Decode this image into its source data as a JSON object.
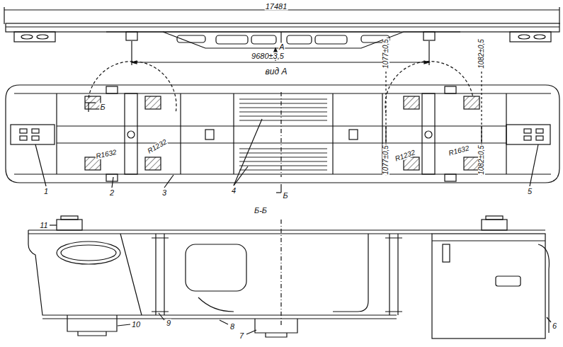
{
  "diagram": {
    "labels": [
      "17481",
      "9680±3,5",
      "A",
      "вид А",
      "Б",
      "Б",
      "1077±0,5",
      "1077±0,5",
      "1082±0,5",
      "1082±0,5",
      "R1632",
      "R1232",
      "R1232",
      "R1632",
      "1",
      "2",
      "3",
      "4",
      "5",
      "Б-Б",
      "11",
      "10",
      "9",
      "8",
      "7",
      "6"
    ]
  }
}
